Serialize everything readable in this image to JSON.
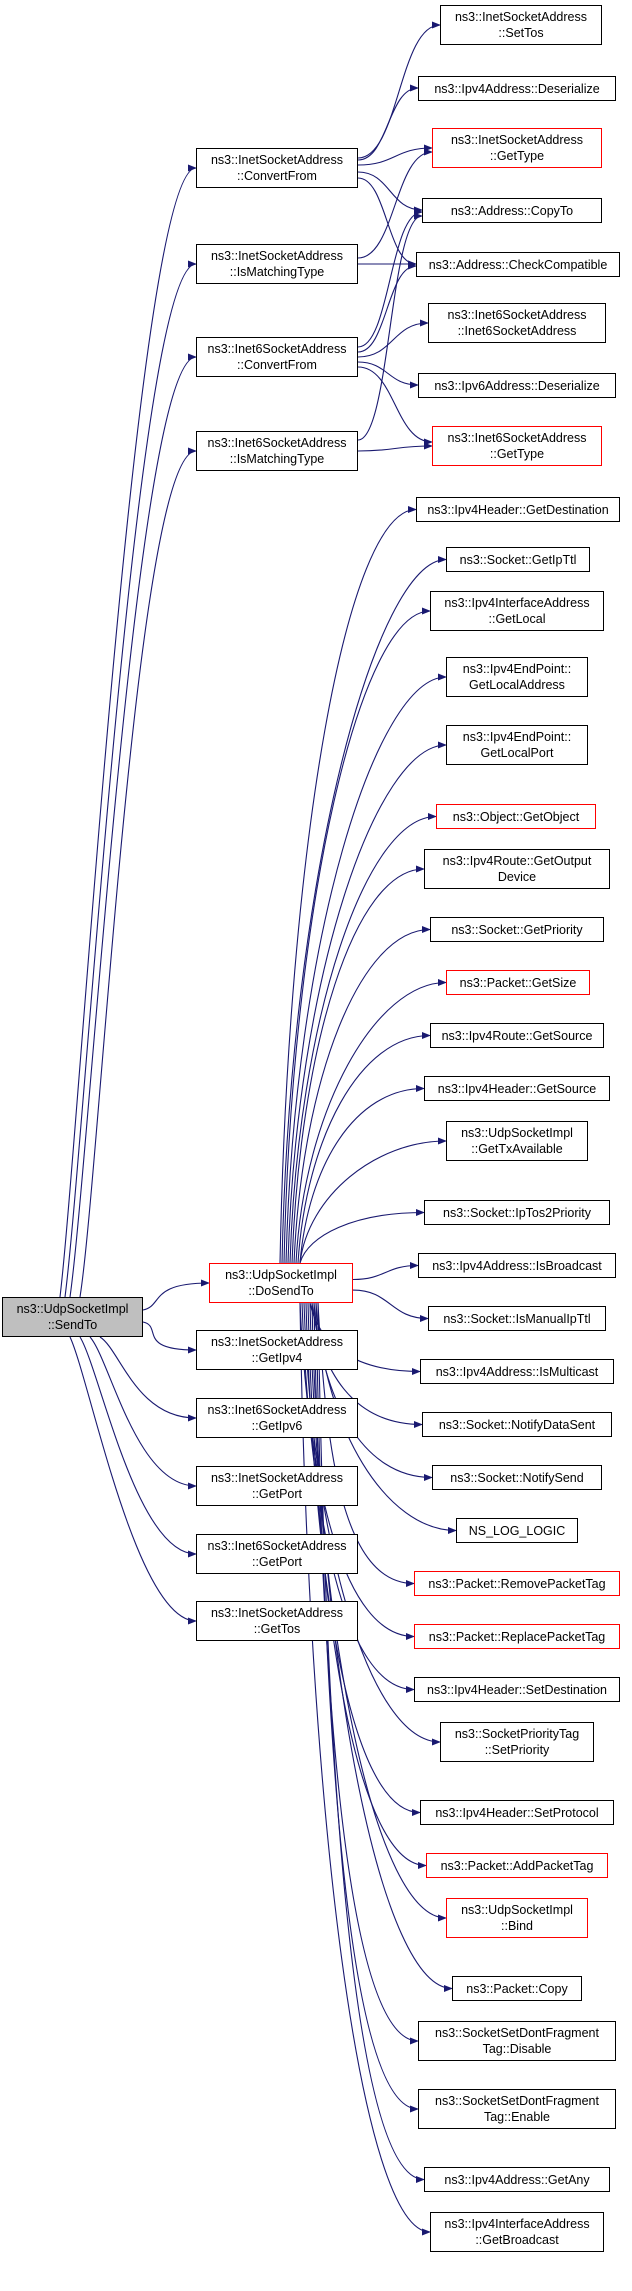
{
  "graph": {
    "root": {
      "line1": "ns3::UdpSocketImpl",
      "line2": "::SendTo"
    },
    "level1": {
      "convertfrom4": {
        "line1": "ns3::InetSocketAddress",
        "line2": "::ConvertFrom"
      },
      "ismatching4": {
        "line1": "ns3::InetSocketAddress",
        "line2": "::IsMatchingType"
      },
      "convertfrom6": {
        "line1": "ns3::Inet6SocketAddress",
        "line2": "::ConvertFrom"
      },
      "ismatching6": {
        "line1": "ns3::Inet6SocketAddress",
        "line2": "::IsMatchingType"
      },
      "dosendto": {
        "line1": "ns3::UdpSocketImpl",
        "line2": "::DoSendTo"
      },
      "getipv4": {
        "line1": "ns3::InetSocketAddress",
        "line2": "::GetIpv4"
      },
      "getipv6": {
        "line1": "ns3::Inet6SocketAddress",
        "line2": "::GetIpv6"
      },
      "getport4": {
        "line1": "ns3::InetSocketAddress",
        "line2": "::GetPort"
      },
      "getport6": {
        "line1": "ns3::Inet6SocketAddress",
        "line2": "::GetPort"
      },
      "gettos": {
        "line1": "ns3::InetSocketAddress",
        "line2": "::GetTos"
      }
    },
    "addr_targets": {
      "settos": {
        "line1": "ns3::InetSocketAddress",
        "line2": "::SetTos"
      },
      "ipv4deser": {
        "line1": "ns3::Ipv4Address::Deserialize"
      },
      "gettype4": {
        "line1": "ns3::InetSocketAddress",
        "line2": "::GetType"
      },
      "copyto": {
        "line1": "ns3::Address::CopyTo"
      },
      "checkcompat": {
        "line1": "ns3::Address::CheckCompatible"
      },
      "inet6ctor": {
        "line1": "ns3::Inet6SocketAddress",
        "line2": "::Inet6SocketAddress"
      },
      "ipv6deser": {
        "line1": "ns3::Ipv6Address::Deserialize"
      },
      "gettype6": {
        "line1": "ns3::Inet6SocketAddress",
        "line2": "::GetType"
      }
    },
    "callees": [
      {
        "line1": "ns3::Ipv4Header::GetDestination"
      },
      {
        "line1": "ns3::Socket::GetIpTtl"
      },
      {
        "line1": "ns3::Ipv4InterfaceAddress",
        "line2": "::GetLocal"
      },
      {
        "line1": "ns3::Ipv4EndPoint::",
        "line2": "GetLocalAddress"
      },
      {
        "line1": "ns3::Ipv4EndPoint::",
        "line2": "GetLocalPort"
      },
      {
        "line1": "ns3::Object::GetObject"
      },
      {
        "line1": "ns3::Ipv4Route::GetOutput",
        "line2": "Device"
      },
      {
        "line1": "ns3::Socket::GetPriority"
      },
      {
        "line1": "ns3::Packet::GetSize"
      },
      {
        "line1": "ns3::Ipv4Route::GetSource"
      },
      {
        "line1": "ns3::Ipv4Header::GetSource"
      },
      {
        "line1": "ns3::UdpSocketImpl",
        "line2": "::GetTxAvailable"
      },
      {
        "line1": "ns3::Socket::IpTos2Priority"
      },
      {
        "line1": "ns3::Ipv4Address::IsBroadcast"
      },
      {
        "line1": "ns3::Socket::IsManualIpTtl"
      },
      {
        "line1": "ns3::Ipv4Address::IsMulticast"
      },
      {
        "line1": "ns3::Socket::NotifyDataSent"
      },
      {
        "line1": "ns3::Socket::NotifySend"
      },
      {
        "line1": "NS_LOG_LOGIC"
      },
      {
        "line1": "ns3::Packet::RemovePacketTag"
      },
      {
        "line1": "ns3::Packet::ReplacePacketTag"
      },
      {
        "line1": "ns3::Ipv4Header::SetDestination"
      },
      {
        "line1": "ns3::SocketPriorityTag",
        "line2": "::SetPriority"
      },
      {
        "line1": "ns3::Ipv4Header::SetProtocol"
      },
      {
        "line1": "ns3::Packet::AddPacketTag"
      },
      {
        "line1": "ns3::UdpSocketImpl",
        "line2": "::Bind"
      },
      {
        "line1": "ns3::Packet::Copy"
      },
      {
        "line1": "ns3::SocketSetDontFragment",
        "line2": "Tag::Disable"
      },
      {
        "line1": "ns3::SocketSetDontFragment",
        "line2": "Tag::Enable"
      },
      {
        "line1": "ns3::Ipv4Address::GetAny"
      },
      {
        "line1": "ns3::Ipv4InterfaceAddress",
        "line2": "::GetBroadcast"
      }
    ]
  },
  "colors": {
    "edge": "#191970",
    "node_border": "#000000",
    "node_border_undocumented": "#ff0000",
    "root_fill": "#bfbfbf"
  }
}
